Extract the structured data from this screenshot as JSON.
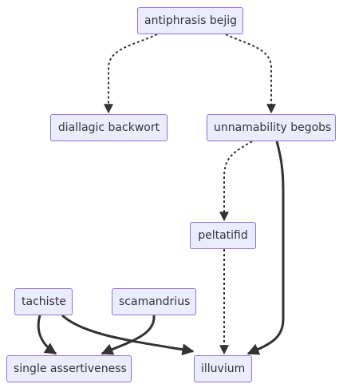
{
  "nodes": {
    "antiphrasis": "antiphrasis bejig",
    "diallagic": "diallagic backwort",
    "unnamability": "unnamability begobs",
    "peltatifid": "peltatifid",
    "tachiste": "tachiste",
    "scamandrius": "scamandrius",
    "single": "single assertiveness",
    "illuvium": "illuvium"
  },
  "edges": [
    {
      "from": "antiphrasis",
      "to": "diallagic",
      "style": "dotted"
    },
    {
      "from": "antiphrasis",
      "to": "unnamability",
      "style": "dotted"
    },
    {
      "from": "unnamability",
      "to": "peltatifid",
      "style": "dotted"
    },
    {
      "from": "unnamability",
      "to": "illuvium",
      "style": "solid"
    },
    {
      "from": "peltatifid",
      "to": "illuvium",
      "style": "dotted"
    },
    {
      "from": "tachiste",
      "to": "single",
      "style": "solid"
    },
    {
      "from": "tachiste",
      "to": "illuvium",
      "style": "solid"
    },
    {
      "from": "scamandrius",
      "to": "single",
      "style": "solid"
    }
  ],
  "colors": {
    "node_fill": "#ececff",
    "node_border": "#9370db",
    "edge": "#333333",
    "text": "#333333"
  }
}
